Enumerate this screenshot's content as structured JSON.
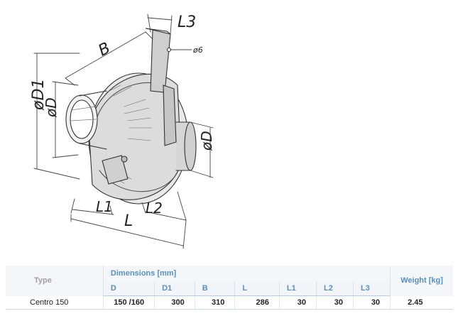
{
  "drawing": {
    "labels": {
      "l3": "L3",
      "b": "B",
      "hole": "ø6",
      "d1": "øD1",
      "d_left": "øD",
      "d_right": "øD",
      "l1": "L1",
      "l2": "L2",
      "l": "L"
    }
  },
  "table": {
    "type_header": "Type",
    "dimensions_header": "Dimensions [mm]",
    "weight_header": "Weight [kg]",
    "columns": [
      "D",
      "D1",
      "B",
      "L",
      "L1",
      "L2",
      "L3"
    ],
    "rows": [
      {
        "type": "Centro 150",
        "values": [
          "150 /160",
          "300",
          "310",
          "286",
          "30",
          "30",
          "30"
        ],
        "weight": "2.45"
      }
    ]
  }
}
